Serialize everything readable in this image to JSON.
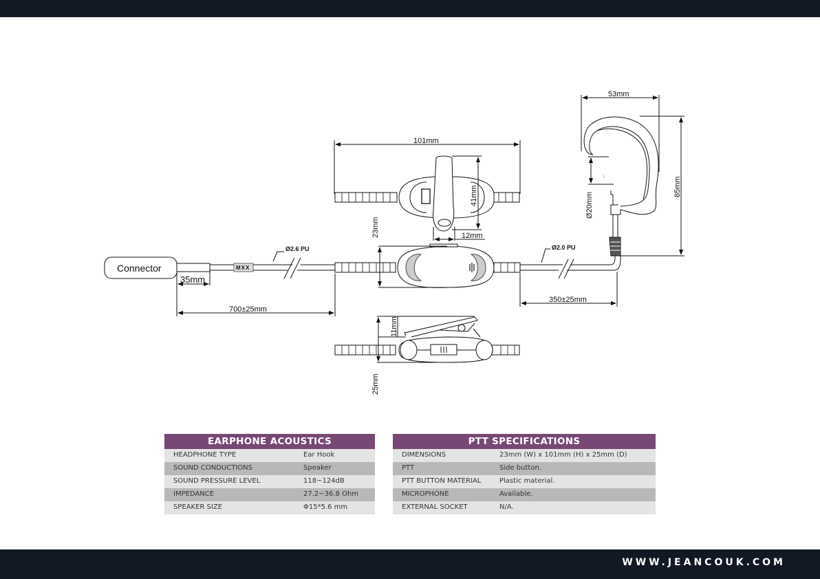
{
  "footer": {
    "website": "WWW.JEANCOUK.COM"
  },
  "diagram": {
    "connector_label": "Connector",
    "badge_label": "MXX",
    "dimensions": {
      "connector_sleeve": "35mm",
      "main_cable_length": "700±25mm",
      "main_cable_spec": "Ø2.6 PU",
      "ptt_width": "101mm",
      "clip_height": "41mm",
      "clip_width": "12mm",
      "ptt_height": "23mm",
      "clip_depth": "11mm",
      "ptt_depth": "25mm",
      "earphone_cable_spec": "Ø2.0 PU",
      "earphone_cable_length": "350±25mm",
      "earhook_width": "53mm",
      "earhook_height": "85mm",
      "speaker_diameter": "Ø20mm"
    }
  },
  "earphone_acoustics": {
    "title": "EARPHONE ACOUSTICS",
    "rows": [
      {
        "key": "HEADPHONE TYPE",
        "value": "Ear Hook"
      },
      {
        "key": "SOUND CONDUCTIONS",
        "value": "Speaker"
      },
      {
        "key": "SOUND PRESSURE LEVEL",
        "value": "118~124dB"
      },
      {
        "key": "IMPEDANCE",
        "value": "27.2~36.8 Ohm"
      },
      {
        "key": "SPEAKER SIZE",
        "value": "Φ15*5.6 mm"
      }
    ]
  },
  "ptt_specifications": {
    "title": "PTT SPECIFICATIONS",
    "rows": [
      {
        "key": "DIMENSIONS",
        "value": "23mm (W) x 101mm (H) x 25mm (D)"
      },
      {
        "key": "PTT",
        "value": "Side button."
      },
      {
        "key": "PTT BUTTON MATERIAL",
        "value": "Plastic material."
      },
      {
        "key": "MICROPHONE",
        "value": "Available."
      },
      {
        "key": "EXTERNAL SOCKET",
        "value": "N/A."
      }
    ]
  },
  "colors": {
    "bar": "#121824",
    "table_header": "#774874",
    "row_light": "#e4e4e4",
    "row_dark": "#b8b8b8"
  }
}
